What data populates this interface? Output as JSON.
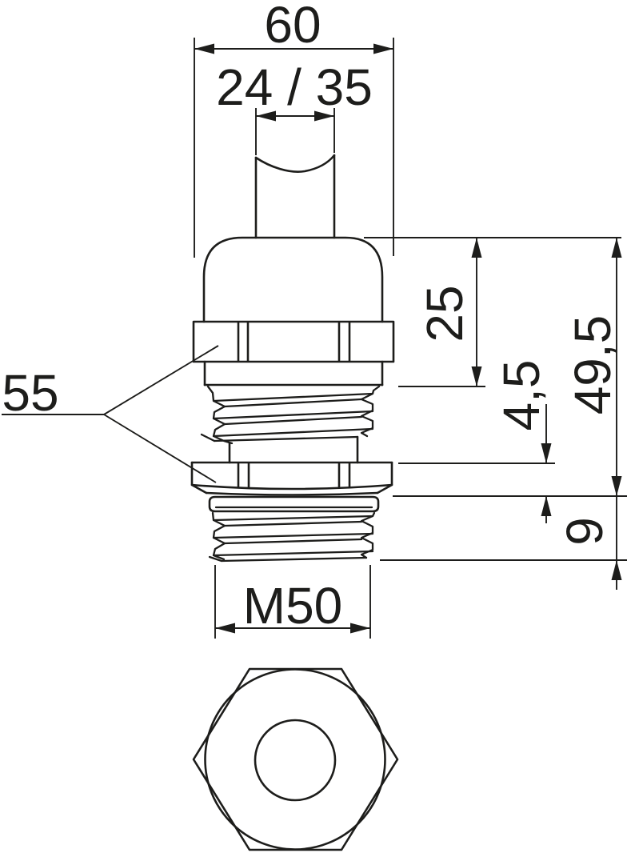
{
  "style": {
    "line_color": "#1d1d1b",
    "background": "#ffffff"
  },
  "dimensions": {
    "overall_width": "60",
    "clamping_range": "24 / 35",
    "spanner_size": "55",
    "upper_section_height": "25",
    "locknut_height": "4,5",
    "overall_length": "49,5",
    "thread_length": "9",
    "thread_size": "M50"
  }
}
